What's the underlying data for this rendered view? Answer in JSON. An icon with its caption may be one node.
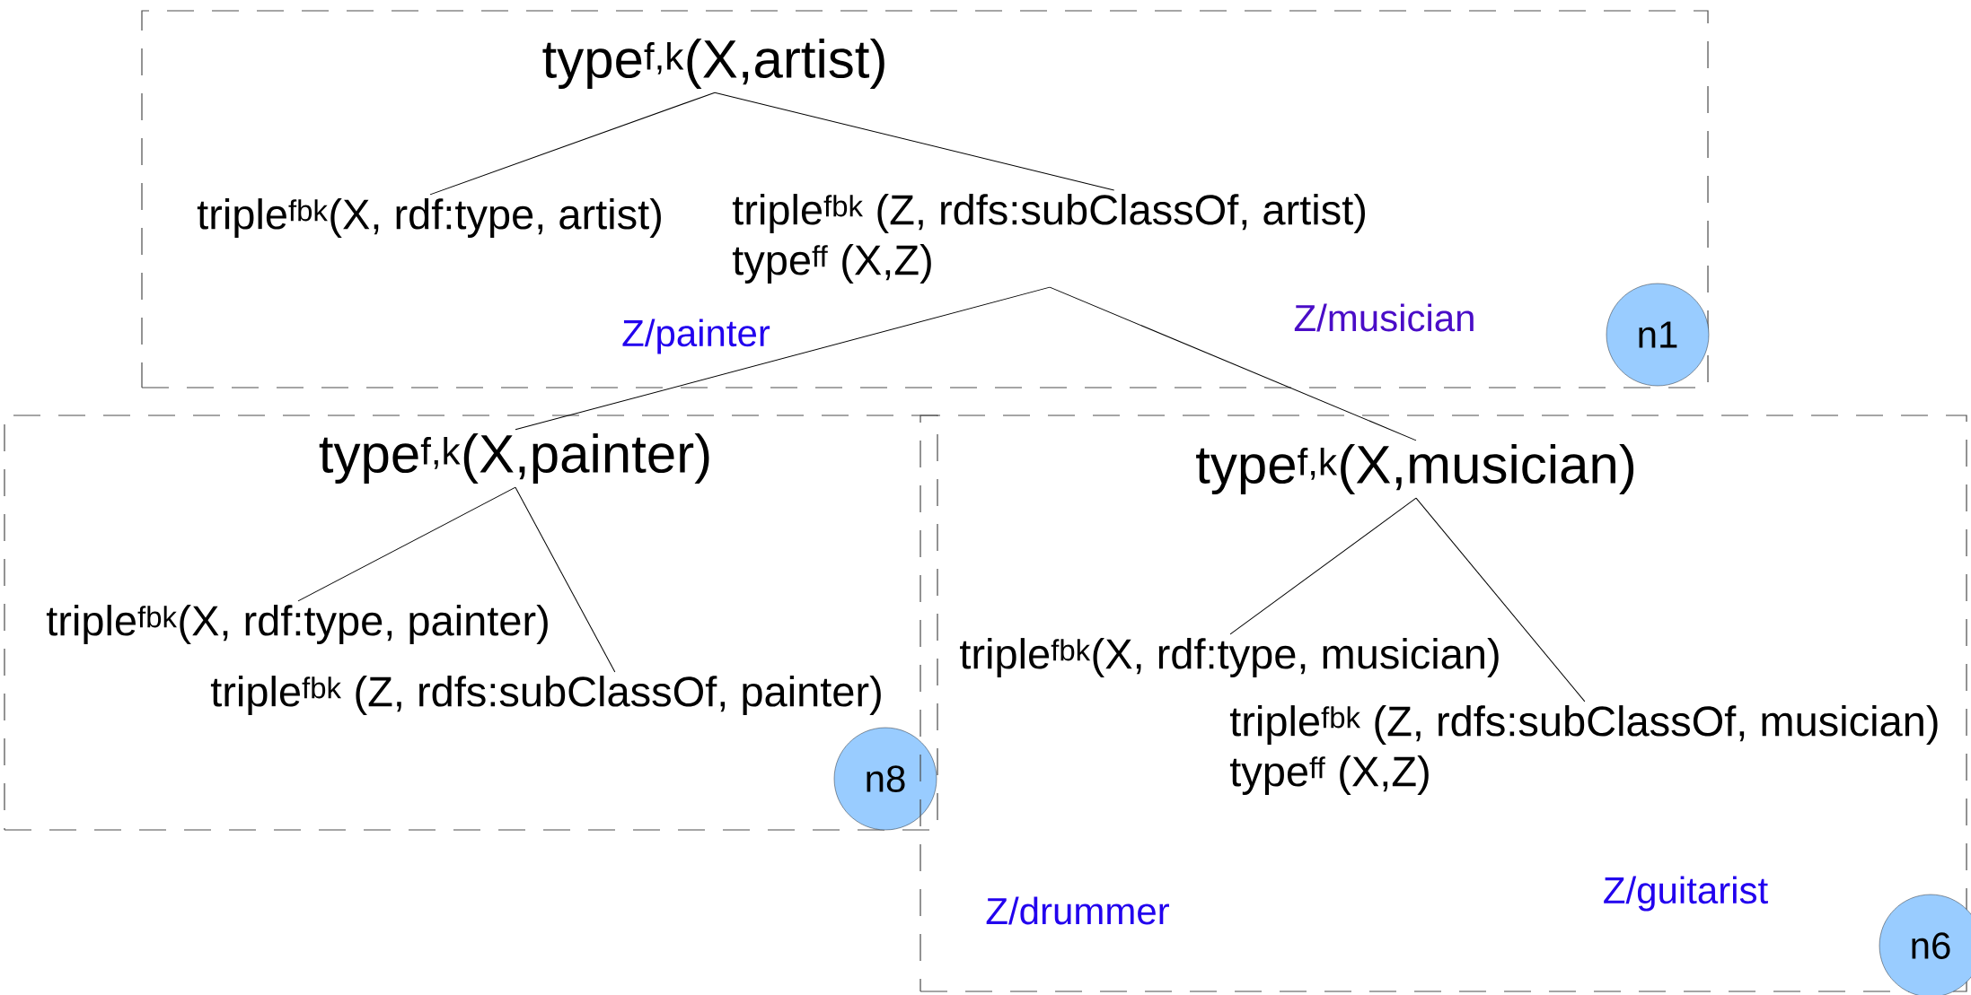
{
  "diagram": {
    "nodes": [
      {
        "text": [],
        "shape": "box"
      },
      {
        "text": [
          "type$^{f,k}$(X,artist)"
        ],
        "in": 0
      },
      {
        "text": [
          "triple$^{fbk}$(X, rdf:type, artist)"
        ],
        "in": 0
      },
      {
        "text": [
          "triple$^{fbk}$ (Z, rdfs:subClassOf, artist)",
          "type$^{ff}$ (X,Z)"
        ],
        "in": 0
      },
      {
        "text": [
          "n1"
        ],
        "in": 0
      },
      {
        "text": [],
        "shape": "box"
      },
      {
        "text": [
          "type$^{f,k}$(X,painter)"
        ],
        "in": 5
      },
      {
        "text": [
          "triple$^{fbk}$(X, rdf:type, painter)"
        ],
        "in": 5
      },
      {
        "text": [
          "triple$^{fbk}$ (Z, rdfs:subClassOf, painter)"
        ],
        "in": 5
      },
      {
        "text": [
          "n8"
        ],
        "in": 5
      },
      {
        "text": [],
        "shape": "box"
      },
      {
        "text": [
          "type$^{f,k}$(X,musician)"
        ],
        "in": 10
      },
      {
        "text": [
          "triple$^{fbk}$(X, rdf:type, musician)"
        ],
        "in": 10
      },
      {
        "text": [
          "triple$^{fbk}$ (Z, rdfs:subClassOf, musician)",
          "type$^{ff}$ (X,Z)"
        ],
        "in": 10
      },
      {
        "text": [
          "n6"
        ],
        "in": 10
      }
    ],
    "edges": [
      {
        "from": 1,
        "to": 2,
        "arrow": "none"
      },
      {
        "from": 1,
        "to": 3,
        "arrow": "none"
      },
      {
        "from": 3,
        "to": 6,
        "arrow": "none",
        "label": "Z/painter"
      },
      {
        "from": 3,
        "to": 11,
        "arrow": "none",
        "label": "Z/musician"
      },
      {
        "from": 6,
        "to": 7,
        "arrow": "none"
      },
      {
        "from": 6,
        "to": 8,
        "arrow": "none"
      },
      {
        "from": 11,
        "to": 12,
        "arrow": "none"
      },
      {
        "from": 11,
        "to": 13,
        "arrow": "none"
      }
    ],
    "labels": [
      "Z/drummer",
      "Z/guitarist"
    ]
  }
}
